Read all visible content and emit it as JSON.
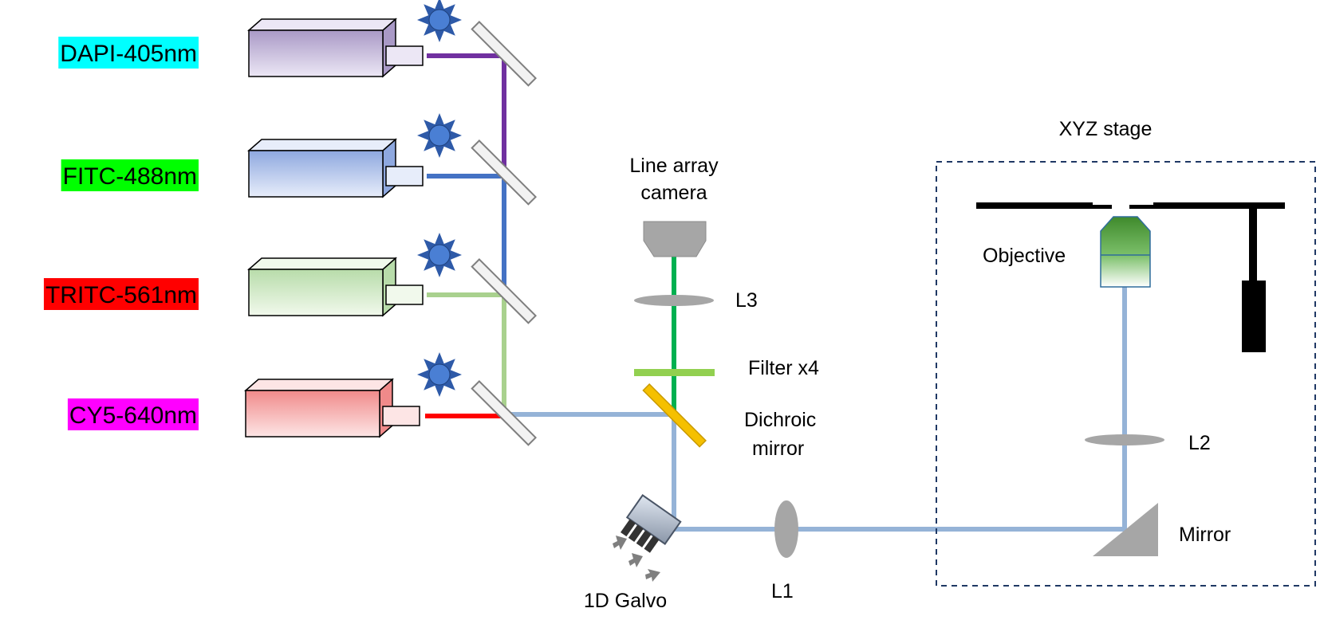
{
  "lasers": [
    {
      "label": "DAPI-405nm",
      "label_bg": "#00FFFF",
      "beam_color": "#7030A0",
      "body_top": "#a999c6",
      "body_bottom": "#ece7f5"
    },
    {
      "label": "FITC-488nm",
      "label_bg": "#00FF00",
      "beam_color": "#4472C4",
      "body_top": "#8ea8df",
      "body_bottom": "#e7edfa"
    },
    {
      "label": "TRITC-561nm",
      "label_bg": "#FF0000",
      "beam_color": "#A9D18E",
      "body_top": "#b8dcaa",
      "body_bottom": "#f1f9ec"
    },
    {
      "label": "CY5-640nm",
      "label_bg": "#FF00FF",
      "beam_color": "#FF0000",
      "body_top": "#f08a8a",
      "body_bottom": "#fde5e5"
    }
  ],
  "components": {
    "camera": "Line array\ncamera",
    "l3": "L3",
    "filter": "Filter x4",
    "dichroic": "Dichroic\nmirror",
    "galvo": "1D Galvo",
    "l1": "L1",
    "stage": "XYZ stage",
    "objective": "Objective",
    "l2": "L2",
    "mirror": "Mirror"
  },
  "colors": {
    "combined_beam": "#95B3D7",
    "emission_beam": "#00B050",
    "filter": "#92D050",
    "dichroic": "#F5C000",
    "lens": "#A6A6A6",
    "starburst": "#2E5AA8",
    "stage_border": "#1F3864"
  },
  "icons": [
    "laser-body-icon",
    "starburst-icon",
    "beam-splitter-icon",
    "lens-icon",
    "galvo-scanner-icon",
    "objective-icon",
    "mirror-prism-icon",
    "camera-icon"
  ]
}
